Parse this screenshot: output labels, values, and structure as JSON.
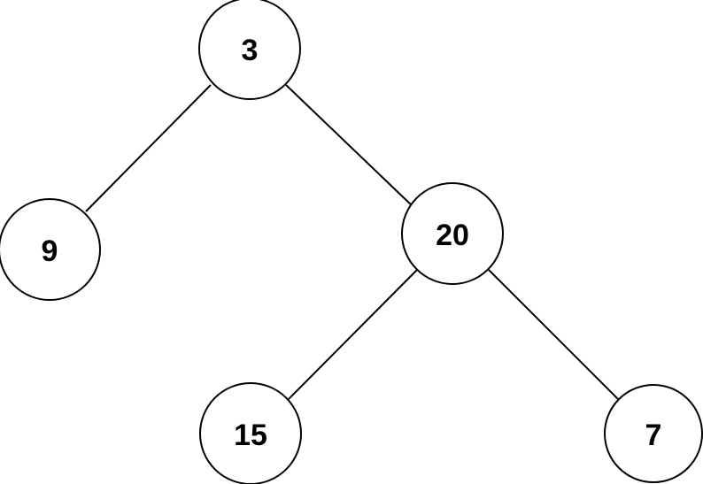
{
  "tree": {
    "nodes": {
      "root": {
        "value": "3"
      },
      "left": {
        "value": "9"
      },
      "right": {
        "value": "20"
      },
      "right_left": {
        "value": "15"
      },
      "right_right": {
        "value": "7"
      }
    },
    "edges": [
      [
        "root",
        "left"
      ],
      [
        "root",
        "right"
      ],
      [
        "right",
        "right_left"
      ],
      [
        "right",
        "right_right"
      ]
    ]
  }
}
